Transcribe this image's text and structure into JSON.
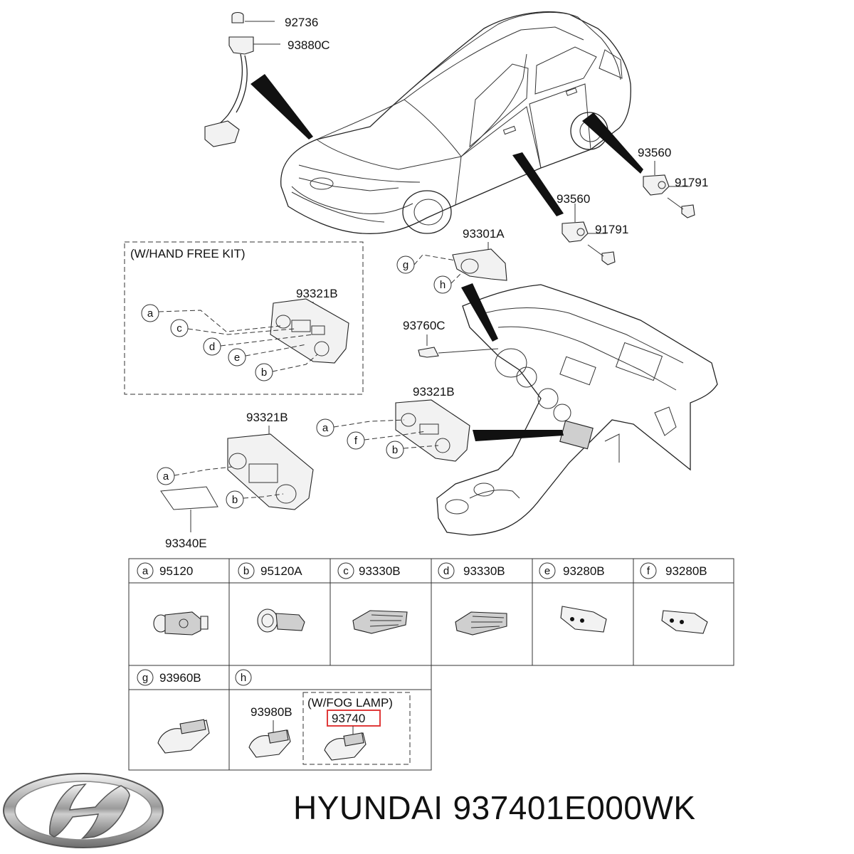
{
  "callouts": {
    "p92736": "92736",
    "p93880C": "93880C",
    "p93560_a": "93560",
    "p91791_a": "91791",
    "p93560_b": "93560",
    "p91791_b": "91791",
    "p93301A": "93301A",
    "p93760C": "93760C",
    "p93321B_kit": "93321B",
    "p93321B_mid": "93321B",
    "p93321B_low": "93321B",
    "p93340E": "93340E"
  },
  "hand_free_kit_box": {
    "title": "(W/HAND FREE KIT)",
    "letters": [
      "a",
      "c",
      "d",
      "e",
      "b"
    ]
  },
  "middle_group_letters": [
    "a",
    "f",
    "b"
  ],
  "lower_group_letters": [
    "a",
    "b"
  ],
  "dash_group_letters": [
    "g",
    "h"
  ],
  "legend_table": {
    "row1": [
      {
        "letter": "a",
        "part": "95120"
      },
      {
        "letter": "b",
        "part": "95120A"
      },
      {
        "letter": "c",
        "part": "93330B"
      },
      {
        "letter": "d",
        "part": "93330B"
      },
      {
        "letter": "e",
        "part": "93280B"
      },
      {
        "letter": "f",
        "part": "93280B"
      }
    ],
    "row2": [
      {
        "letter": "g",
        "part": "93960B"
      },
      {
        "letter": "h",
        "part": ""
      }
    ],
    "h_cell": {
      "part_left": "93980B",
      "fog_lamp_title": "(W/FOG LAMP)",
      "highlighted_part": "93740"
    }
  },
  "footer": {
    "brand": "HYUNDAI",
    "part_number": "937401E000WK"
  },
  "colors": {
    "highlight_box": "#e03a3a",
    "line": "#222222"
  }
}
